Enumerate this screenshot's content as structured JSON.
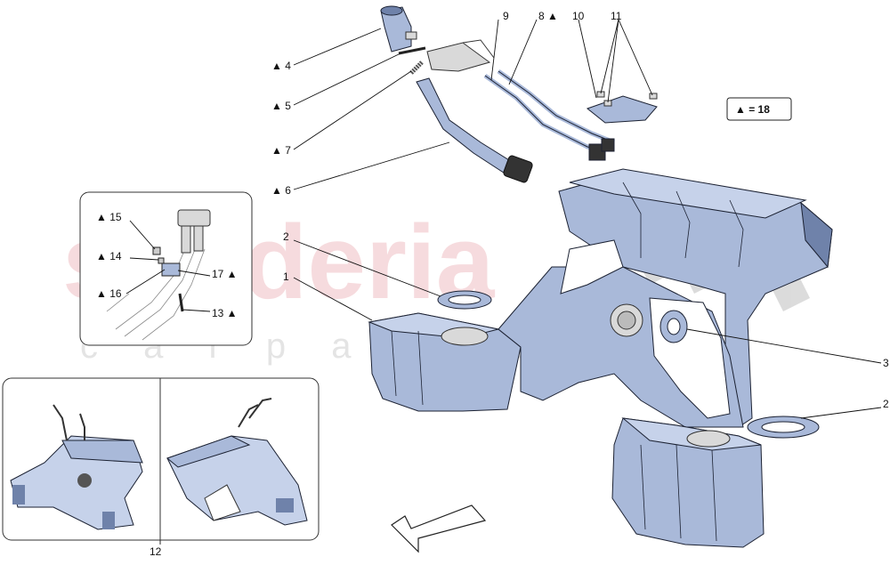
{
  "watermark": {
    "brand": "scuderia",
    "sub": "c a r   p a r t s"
  },
  "legend": {
    "text": "▲ = 18"
  },
  "callouts": {
    "c1": "1",
    "c2a": "2",
    "c2b": "2",
    "c3": "3",
    "c4": "▲ 4",
    "c5": "▲ 5",
    "c6": "▲ 6",
    "c7": "▲ 7",
    "c8": "8 ▲",
    "c9": "9",
    "c10": "10",
    "c11": "11",
    "c12": "12",
    "c13": "13 ▲",
    "c14": "▲ 14",
    "c15": "▲ 15",
    "c16": "▲ 16",
    "c17": "17 ▲"
  },
  "colors": {
    "tank": "#a9b9d9",
    "watermark": "#f3c8cc",
    "outline": "#1c2233"
  }
}
